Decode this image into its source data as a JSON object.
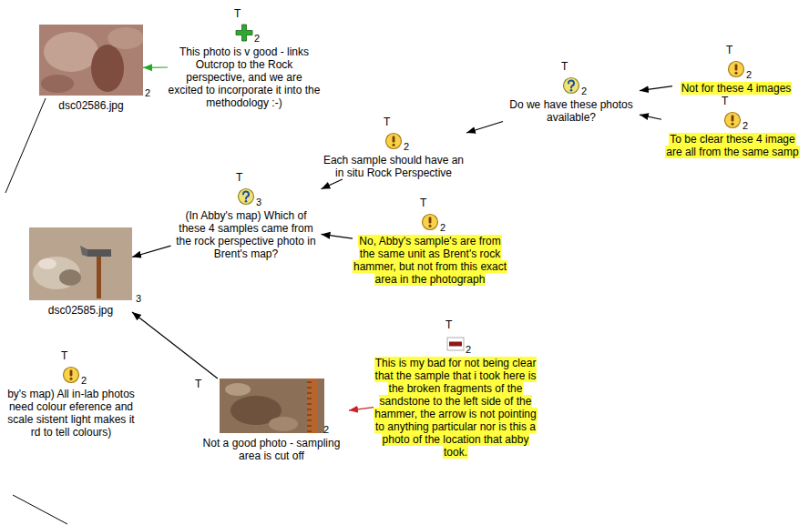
{
  "diagram": {
    "nodes": [
      {
        "text": [
          "dsc02586.jpg"
        ]
      },
      {
        "text": [
          "This photo is v good - links Outcrop to the Rock perspective, and we are excited to incorporate it into the methodology :-)"
        ]
      },
      {
        "text": [
          "Not for these 4 images"
        ]
      },
      {
        "text": [
          "Do we have these photos available?"
        ]
      },
      {
        "text": [
          "To be clear these 4 image are all from the same samp"
        ]
      },
      {
        "text": [
          "Each sample should have an in situ Rock Perspective"
        ]
      },
      {
        "text": [
          "dsc02585.jpg"
        ]
      },
      {
        "text": [
          "(In Abby's map) Which of these 4 samples came from the rock perspective photo in Brent's map?"
        ]
      },
      {
        "text": [
          "No, Abby's sample's are from the same unit as Brent's rock hammer, but not from this exact area in the photograph"
        ]
      },
      {
        "text": [
          "by's map) All in-lab photos need colour eference and scale sistent light makes it rd to tell colours)"
        ]
      },
      {
        "text": [
          "Not a good photo - sampling area is cut off"
        ]
      },
      {
        "text": [
          "This is my bad for not being clear that the sample that i took here is the broken fragments of the sandstone to the left side of the hammer, the arrow is not pointing to anything particular nor is this a photo of the location that abby took."
        ]
      }
    ],
    "edges": [
      {
        "from": 1,
        "to": 0,
        "arrow": "to"
      },
      {
        "from": 2,
        "to": 3,
        "arrow": "to"
      },
      {
        "from": 4,
        "to": 3,
        "arrow": "to"
      },
      {
        "from": 3,
        "to": 5,
        "arrow": "to"
      },
      {
        "from": 5,
        "to": 7,
        "arrow": "to"
      },
      {
        "from": 8,
        "to": 7,
        "arrow": "to"
      },
      {
        "from": 7,
        "to": 6,
        "arrow": "to"
      },
      {
        "from": 10,
        "to": 6,
        "arrow": "to"
      },
      {
        "from": 11,
        "to": 10,
        "arrow": "to"
      }
    ],
    "labels": [
      "2",
      "T",
      "2",
      "T",
      "2",
      "T",
      "2",
      "T",
      "2",
      "T",
      "2",
      "3",
      "T",
      "3",
      "T",
      "2",
      "T",
      "2",
      "T",
      "2",
      "T",
      "2"
    ]
  }
}
